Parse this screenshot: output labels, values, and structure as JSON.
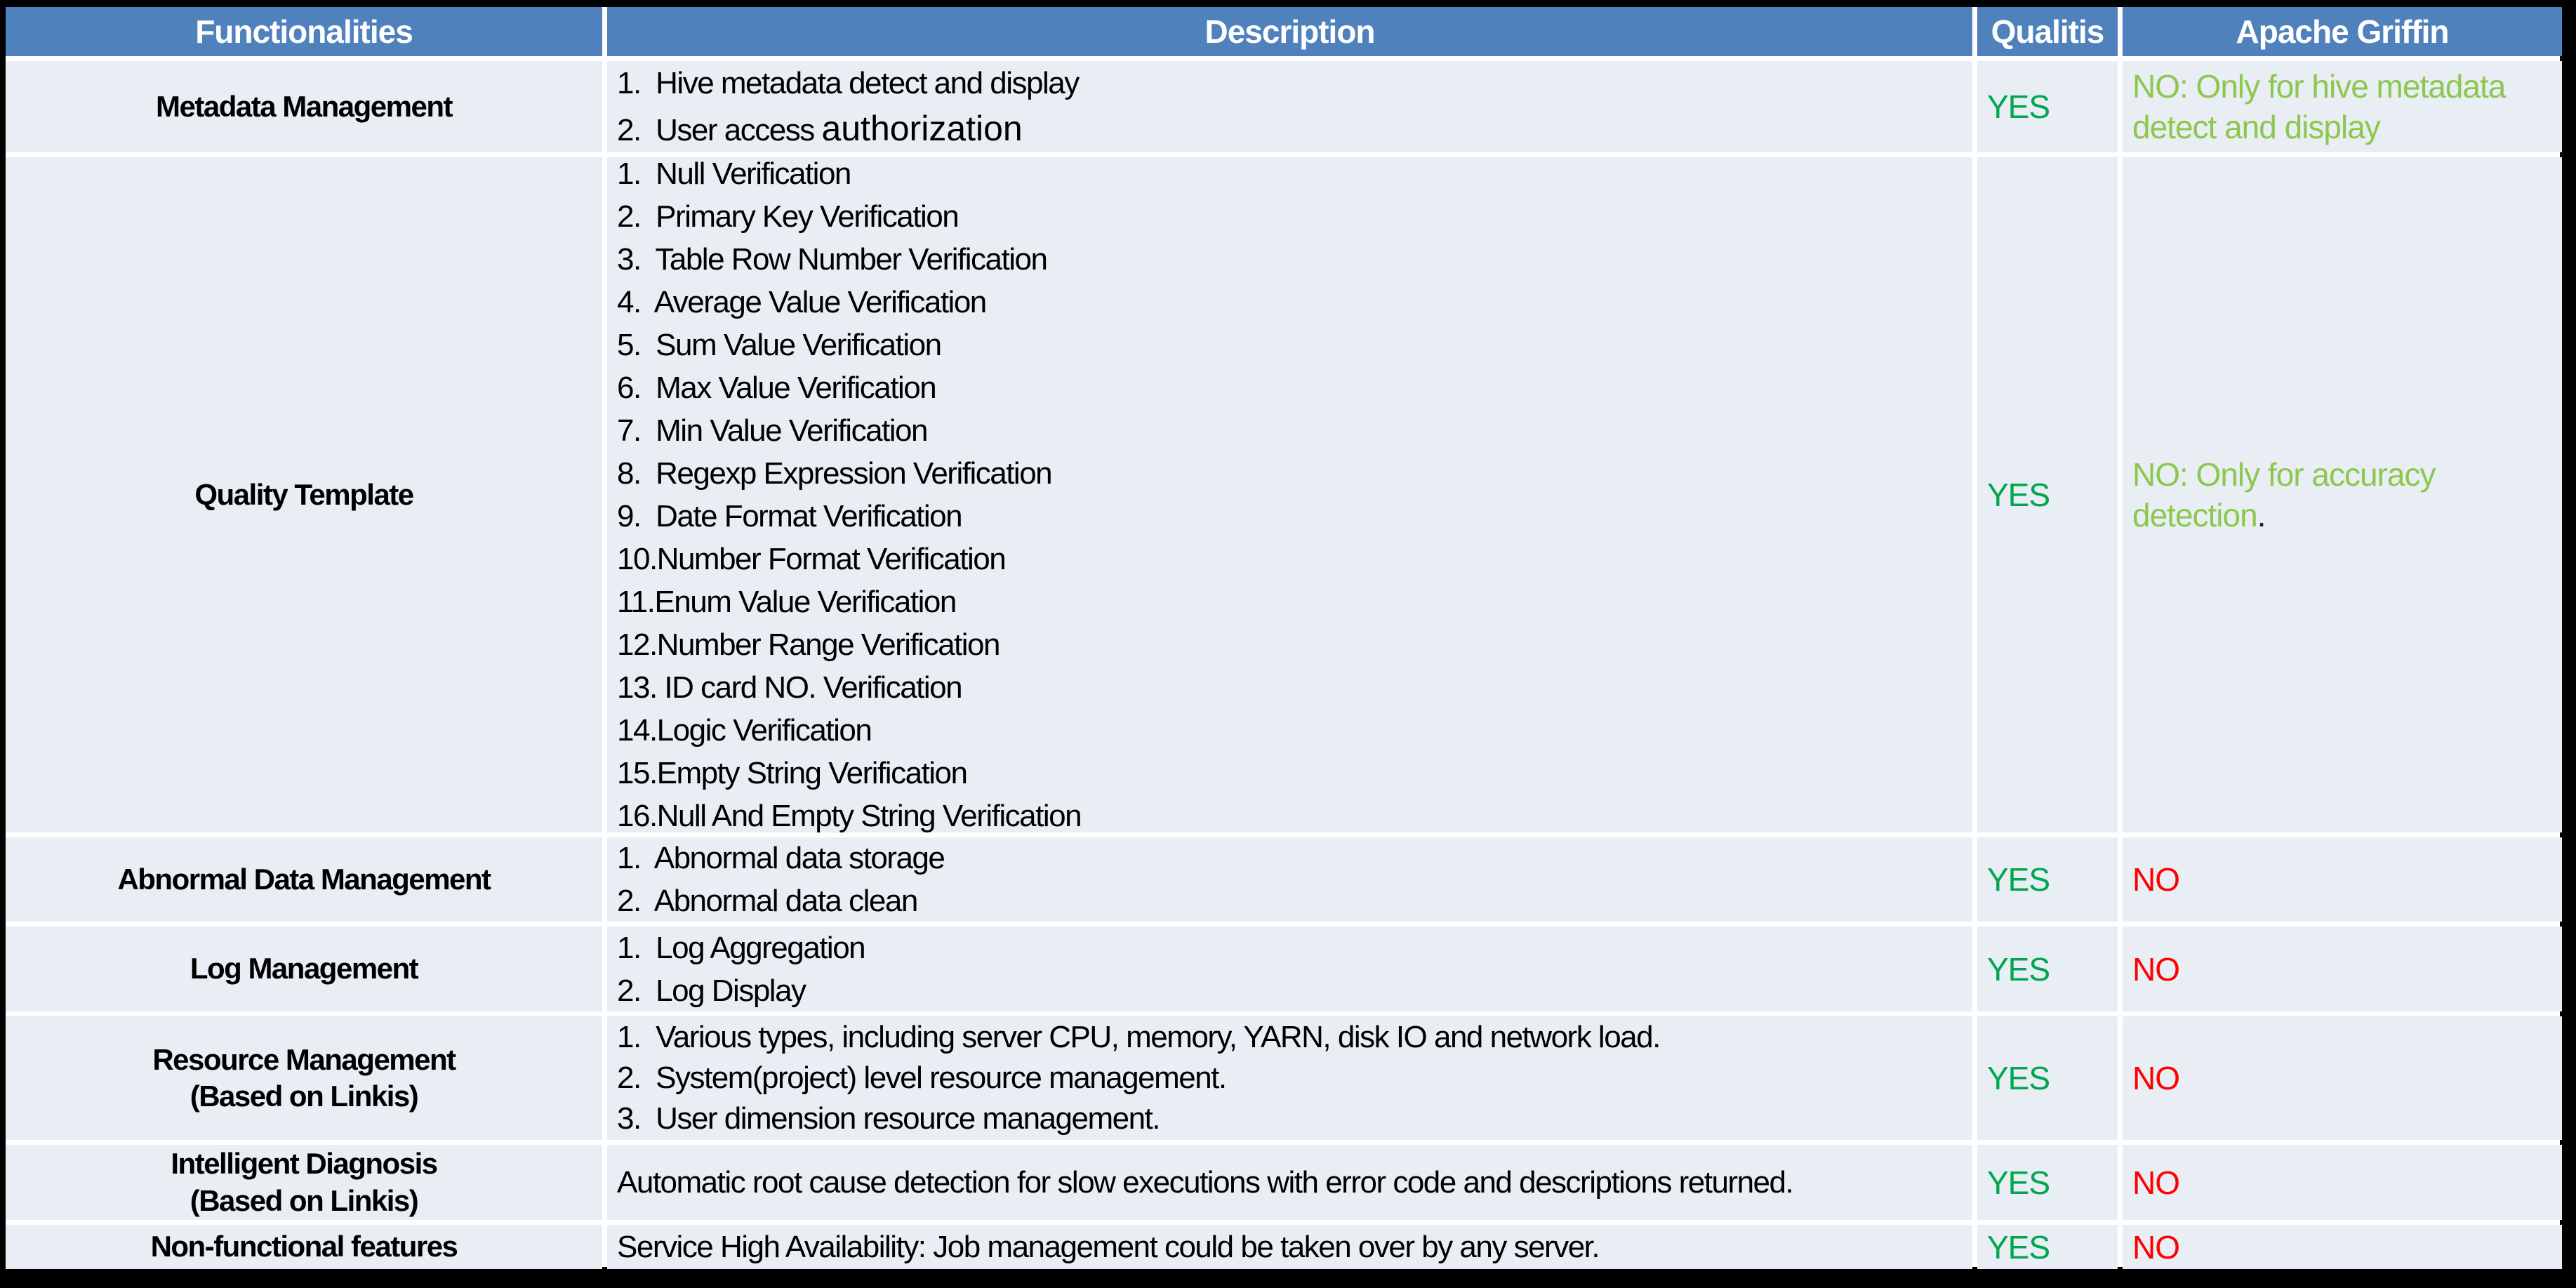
{
  "table": {
    "colors": {
      "header_bg": "#4F81BD",
      "cell_bg": "#E9EDF4",
      "yes_green": "#00A651",
      "no_red": "#FF0000",
      "partial_green": "#8CC84D"
    },
    "headers": {
      "functionalities": "Functionalities",
      "description": "Description",
      "qualitis": "Qualitis",
      "griffin": "Apache Griffin"
    },
    "rows": [
      {
        "functionality": "Metadata Management",
        "desc_line1": "1.  Hive metadata detect and display",
        "desc_line2_prefix": "2.  User access ",
        "desc_line2_special": "authorization",
        "qualitis": "YES",
        "griffin": "NO: Only for hive metadata detect and display"
      },
      {
        "functionality": "Quality Template",
        "desc_lines": [
          "1.  Null Verification",
          "2.  Primary Key Verification",
          "3.  Table Row Number Verification",
          "4.  Average Value Verification",
          "5.  Sum Value Verification",
          "6.  Max Value Verification",
          "7.  Min Value Verification",
          "8.  Regexp Expression Verification",
          "9.  Date Format Verification",
          "10.Number Format Verification",
          "11.Enum Value Verification",
          "12.Number Range Verification",
          "13. ID card NO. Verification",
          "14.Logic Verification",
          "15.Empty String Verification",
          "16.Null And Empty String Verification"
        ],
        "qualitis": "YES",
        "griffin": "NO: Only for accuracy detection",
        "griffin_period": "."
      },
      {
        "functionality": "Abnormal Data Management",
        "desc_lines": [
          "1.  Abnormal data storage",
          "2.  Abnormal data clean"
        ],
        "qualitis": "YES",
        "griffin": "NO"
      },
      {
        "functionality": "Log Management",
        "desc_lines": [
          "1.  Log Aggregation",
          "2.  Log Display"
        ],
        "qualitis": "YES",
        "griffin": "NO"
      },
      {
        "functionality": "Resource Management",
        "functionality_sub": "(Based on Linkis)",
        "desc_lines": [
          "1.  Various types, including server CPU, memory, YARN, disk IO and network load.",
          "2.  System(project) level resource management.",
          "3.  User dimension resource management."
        ],
        "qualitis": "YES",
        "griffin": "NO"
      },
      {
        "functionality": "Intelligent Diagnosis",
        "functionality_sub": "(Based on Linkis)",
        "desc_text": "Automatic root cause detection for slow executions with error code and descriptions returned.",
        "qualitis": "YES",
        "griffin": "NO"
      },
      {
        "functionality": "Non-functional features",
        "desc_text": "Service High Availability: Job management could be taken over by any server.",
        "qualitis": "YES",
        "griffin": "NO"
      }
    ]
  }
}
